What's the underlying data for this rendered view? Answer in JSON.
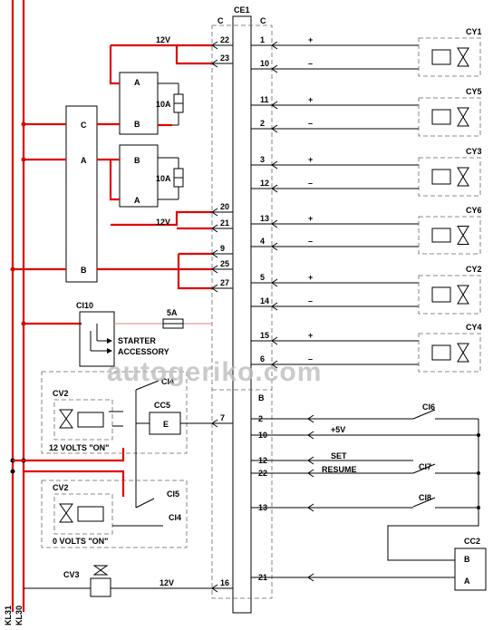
{
  "connector": {
    "name": "CE1",
    "left_label": "C",
    "right_label": "C",
    "b_label": "B"
  },
  "rails": [
    "KL31",
    "KL30"
  ],
  "left_pins": [
    "22",
    "23",
    "20",
    "21",
    "9",
    "25",
    "27",
    "7",
    "16"
  ],
  "right_pins_c": [
    "1",
    "10",
    "11",
    "2",
    "3",
    "12",
    "13",
    "4",
    "5",
    "14",
    "15",
    "6"
  ],
  "right_pins_b": [
    "2",
    "10",
    "12",
    "22",
    "13",
    "21"
  ],
  "actuators": [
    "CY1",
    "CY5",
    "CY3",
    "CY6",
    "CY2",
    "CY4"
  ],
  "plus": "+",
  "minus": "–",
  "relay_labels": {
    "c": "C",
    "a": "A",
    "b": "B"
  },
  "voltage": "12V",
  "fuse": "10A",
  "ci10": {
    "name": "CI10",
    "fuse": "5A",
    "starter": "STARTER",
    "accessory": "ACCESSORY"
  },
  "switches": {
    "ci4": "CI4",
    "ci5": "CI5",
    "ci6": "CI6",
    "ci7": "CI7",
    "ci8": "CI8"
  },
  "cc5": {
    "name": "CC5",
    "pin": "E"
  },
  "cc2": {
    "name": "CC2",
    "b": "B",
    "a": "A"
  },
  "cv2_top": {
    "name": "CV2",
    "caption": "12 VOLTS \"ON\""
  },
  "cv2_bottom": {
    "name": "CV2",
    "caption": "0 VOLTS \"ON\""
  },
  "cv3": "CV3",
  "signals": {
    "plus5v": "+5V",
    "set": "SET",
    "resume": "RESUME"
  },
  "watermark": "autogeriko.com",
  "colors": {
    "wire_red": "#e00000",
    "wire_black": "#000000"
  }
}
